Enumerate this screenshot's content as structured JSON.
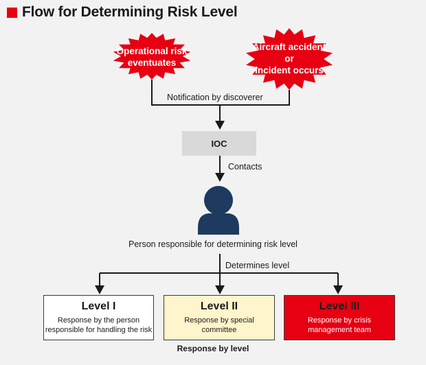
{
  "title": "Flow for Determining Risk Level",
  "colors": {
    "accent_red": "#e60012",
    "person_navy": "#1e3a5f",
    "ioc_gray": "#d9d9d9",
    "level2_fill": "#fff5cc",
    "level3_fill": "#e60012"
  },
  "triggers": [
    {
      "lines": [
        "Operational risk",
        "eventuates"
      ]
    },
    {
      "lines": [
        "Aircraft accident",
        "or",
        "incident occurs"
      ]
    }
  ],
  "notification_label": "Notification by discoverer",
  "ioc_label": "IOC",
  "contacts_label": "Contacts",
  "person_icon": "person-icon",
  "person_label": "Person responsible for determining risk level",
  "determines_label": "Determines level",
  "levels": [
    {
      "title": "Level I",
      "desc": [
        "Response by the person",
        "responsible for handling the risk"
      ]
    },
    {
      "title": "Level II",
      "desc": [
        "Response by special",
        "committee"
      ]
    },
    {
      "title": "Level III",
      "desc": [
        "Response by crisis",
        "management team"
      ]
    }
  ],
  "footer": "Response by level"
}
